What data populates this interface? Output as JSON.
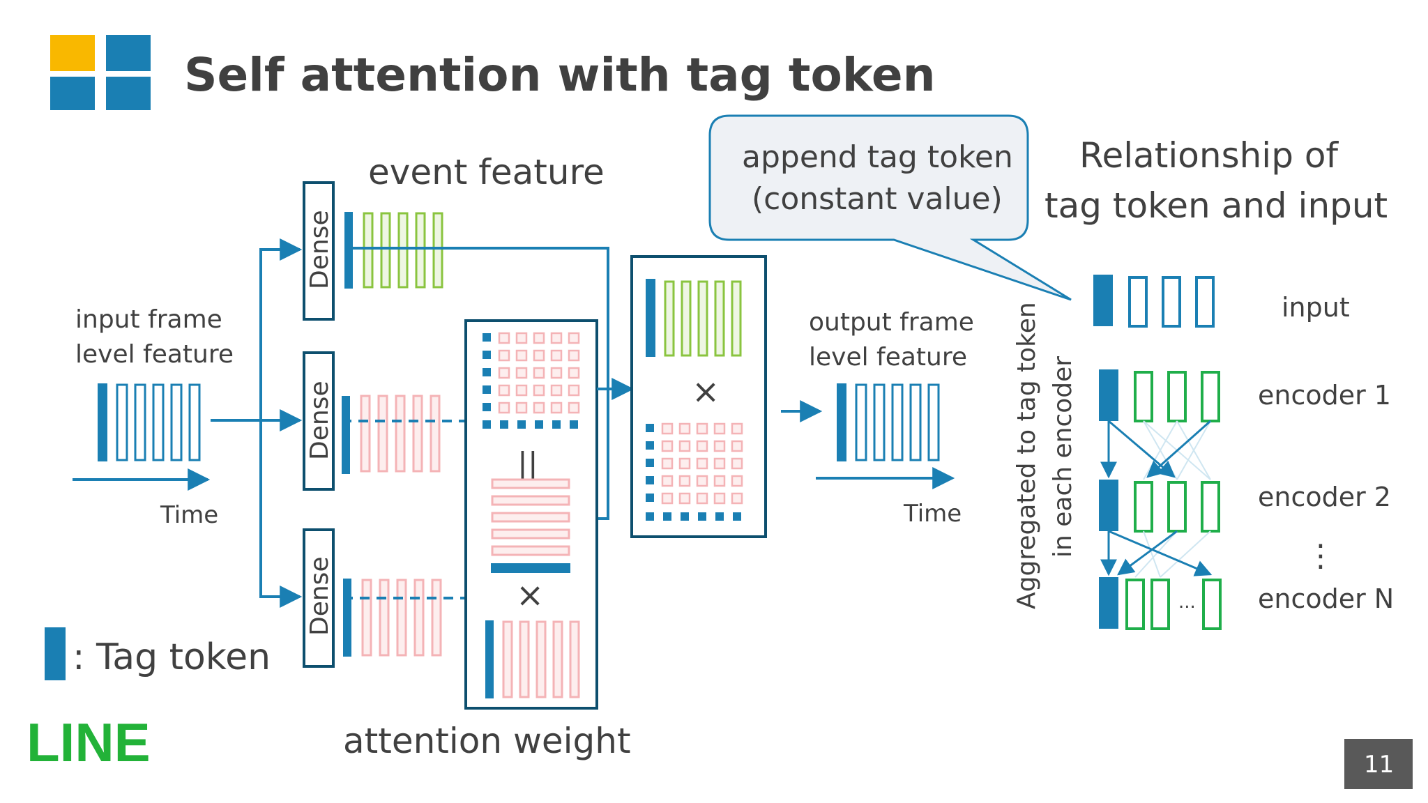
{
  "title": "Self attention with tag token",
  "labels": {
    "event_feature": "event feature",
    "input_frame_line1": "input frame",
    "input_frame_line2": "level feature",
    "time_left": "Time",
    "dense": "Dense",
    "equals": "||",
    "times": "×",
    "output_frame_line1": "output frame",
    "output_frame_line2": "level feature",
    "time_right": "Time",
    "attention_weight": "attention weight",
    "tag_token_legend": ": Tag token"
  },
  "callout": {
    "line1": "append tag token",
    "line2": "(constant value)"
  },
  "relationship": {
    "title_line1": "Relationship of",
    "title_line2": "tag token and input",
    "rotated_line1": "Aggregated to tag token",
    "rotated_line2": "in each encoder",
    "rows": [
      "input",
      "encoder 1",
      "encoder 2",
      "encoder N"
    ],
    "ellipsis_inline": "...",
    "vertical_dots": "⋮"
  },
  "footer": {
    "logo_text": "LINE",
    "page_number": "11"
  },
  "colors": {
    "blue": "#1a7fb3",
    "dark_blue": "#0d4f6e",
    "green": "#8ac43f",
    "dark_green": "#1fae4a",
    "pink": "#f4b3b6",
    "yellow": "#f9b800",
    "line_green": "#22b238",
    "title": "#404040",
    "text": "#404040"
  }
}
